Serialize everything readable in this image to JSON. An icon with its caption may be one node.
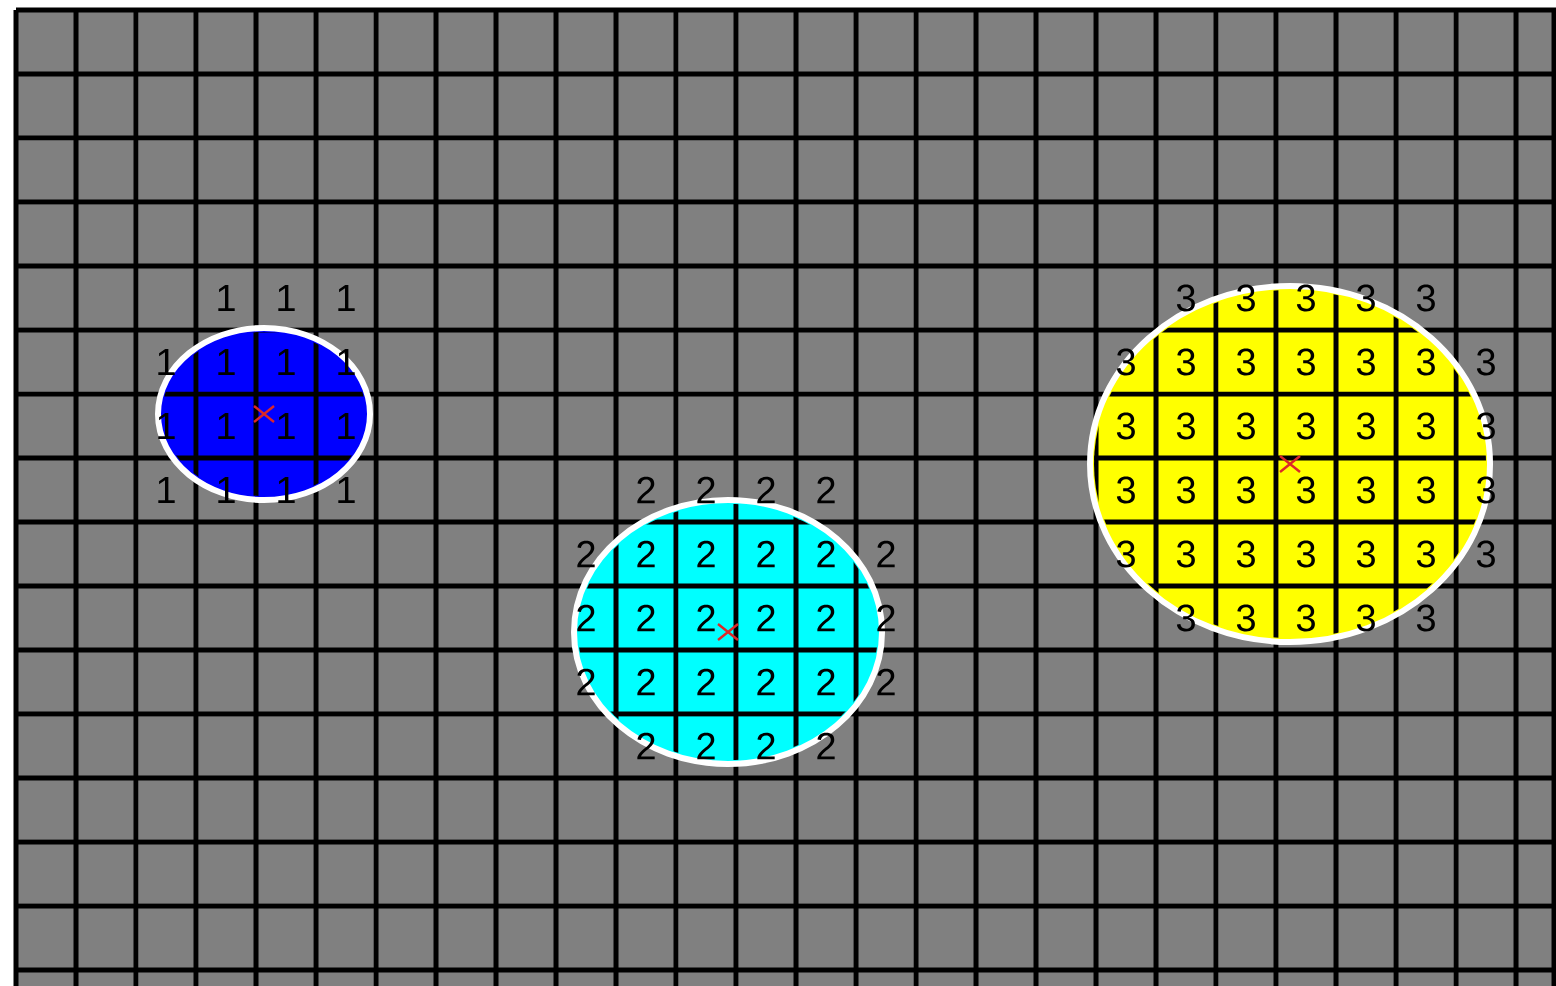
{
  "diagram": {
    "labels": [
      "1",
      "1",
      "1",
      "3",
      "3",
      "3",
      "3",
      "3",
      "1",
      "1",
      "1",
      "1",
      "3",
      "3",
      "3",
      "3",
      "3",
      "3",
      "3",
      "1",
      "1",
      "1",
      "1",
      "3",
      "3",
      "3",
      "3",
      "3",
      "3",
      "3",
      "1",
      "1",
      "1",
      "1",
      "2",
      "2",
      "2",
      "2",
      "3",
      "3",
      "3",
      "3",
      "3",
      "3",
      "3",
      "2",
      "2",
      "2",
      "2",
      "2",
      "2",
      "3",
      "3",
      "3",
      "3",
      "3",
      "3",
      "3",
      "2",
      "2",
      "2",
      "2",
      "2",
      "2",
      "3",
      "3",
      "3",
      "3",
      "3",
      "2",
      "2",
      "2",
      "2",
      "2",
      "2",
      "2",
      "2",
      "2",
      "2"
    ]
  }
}
